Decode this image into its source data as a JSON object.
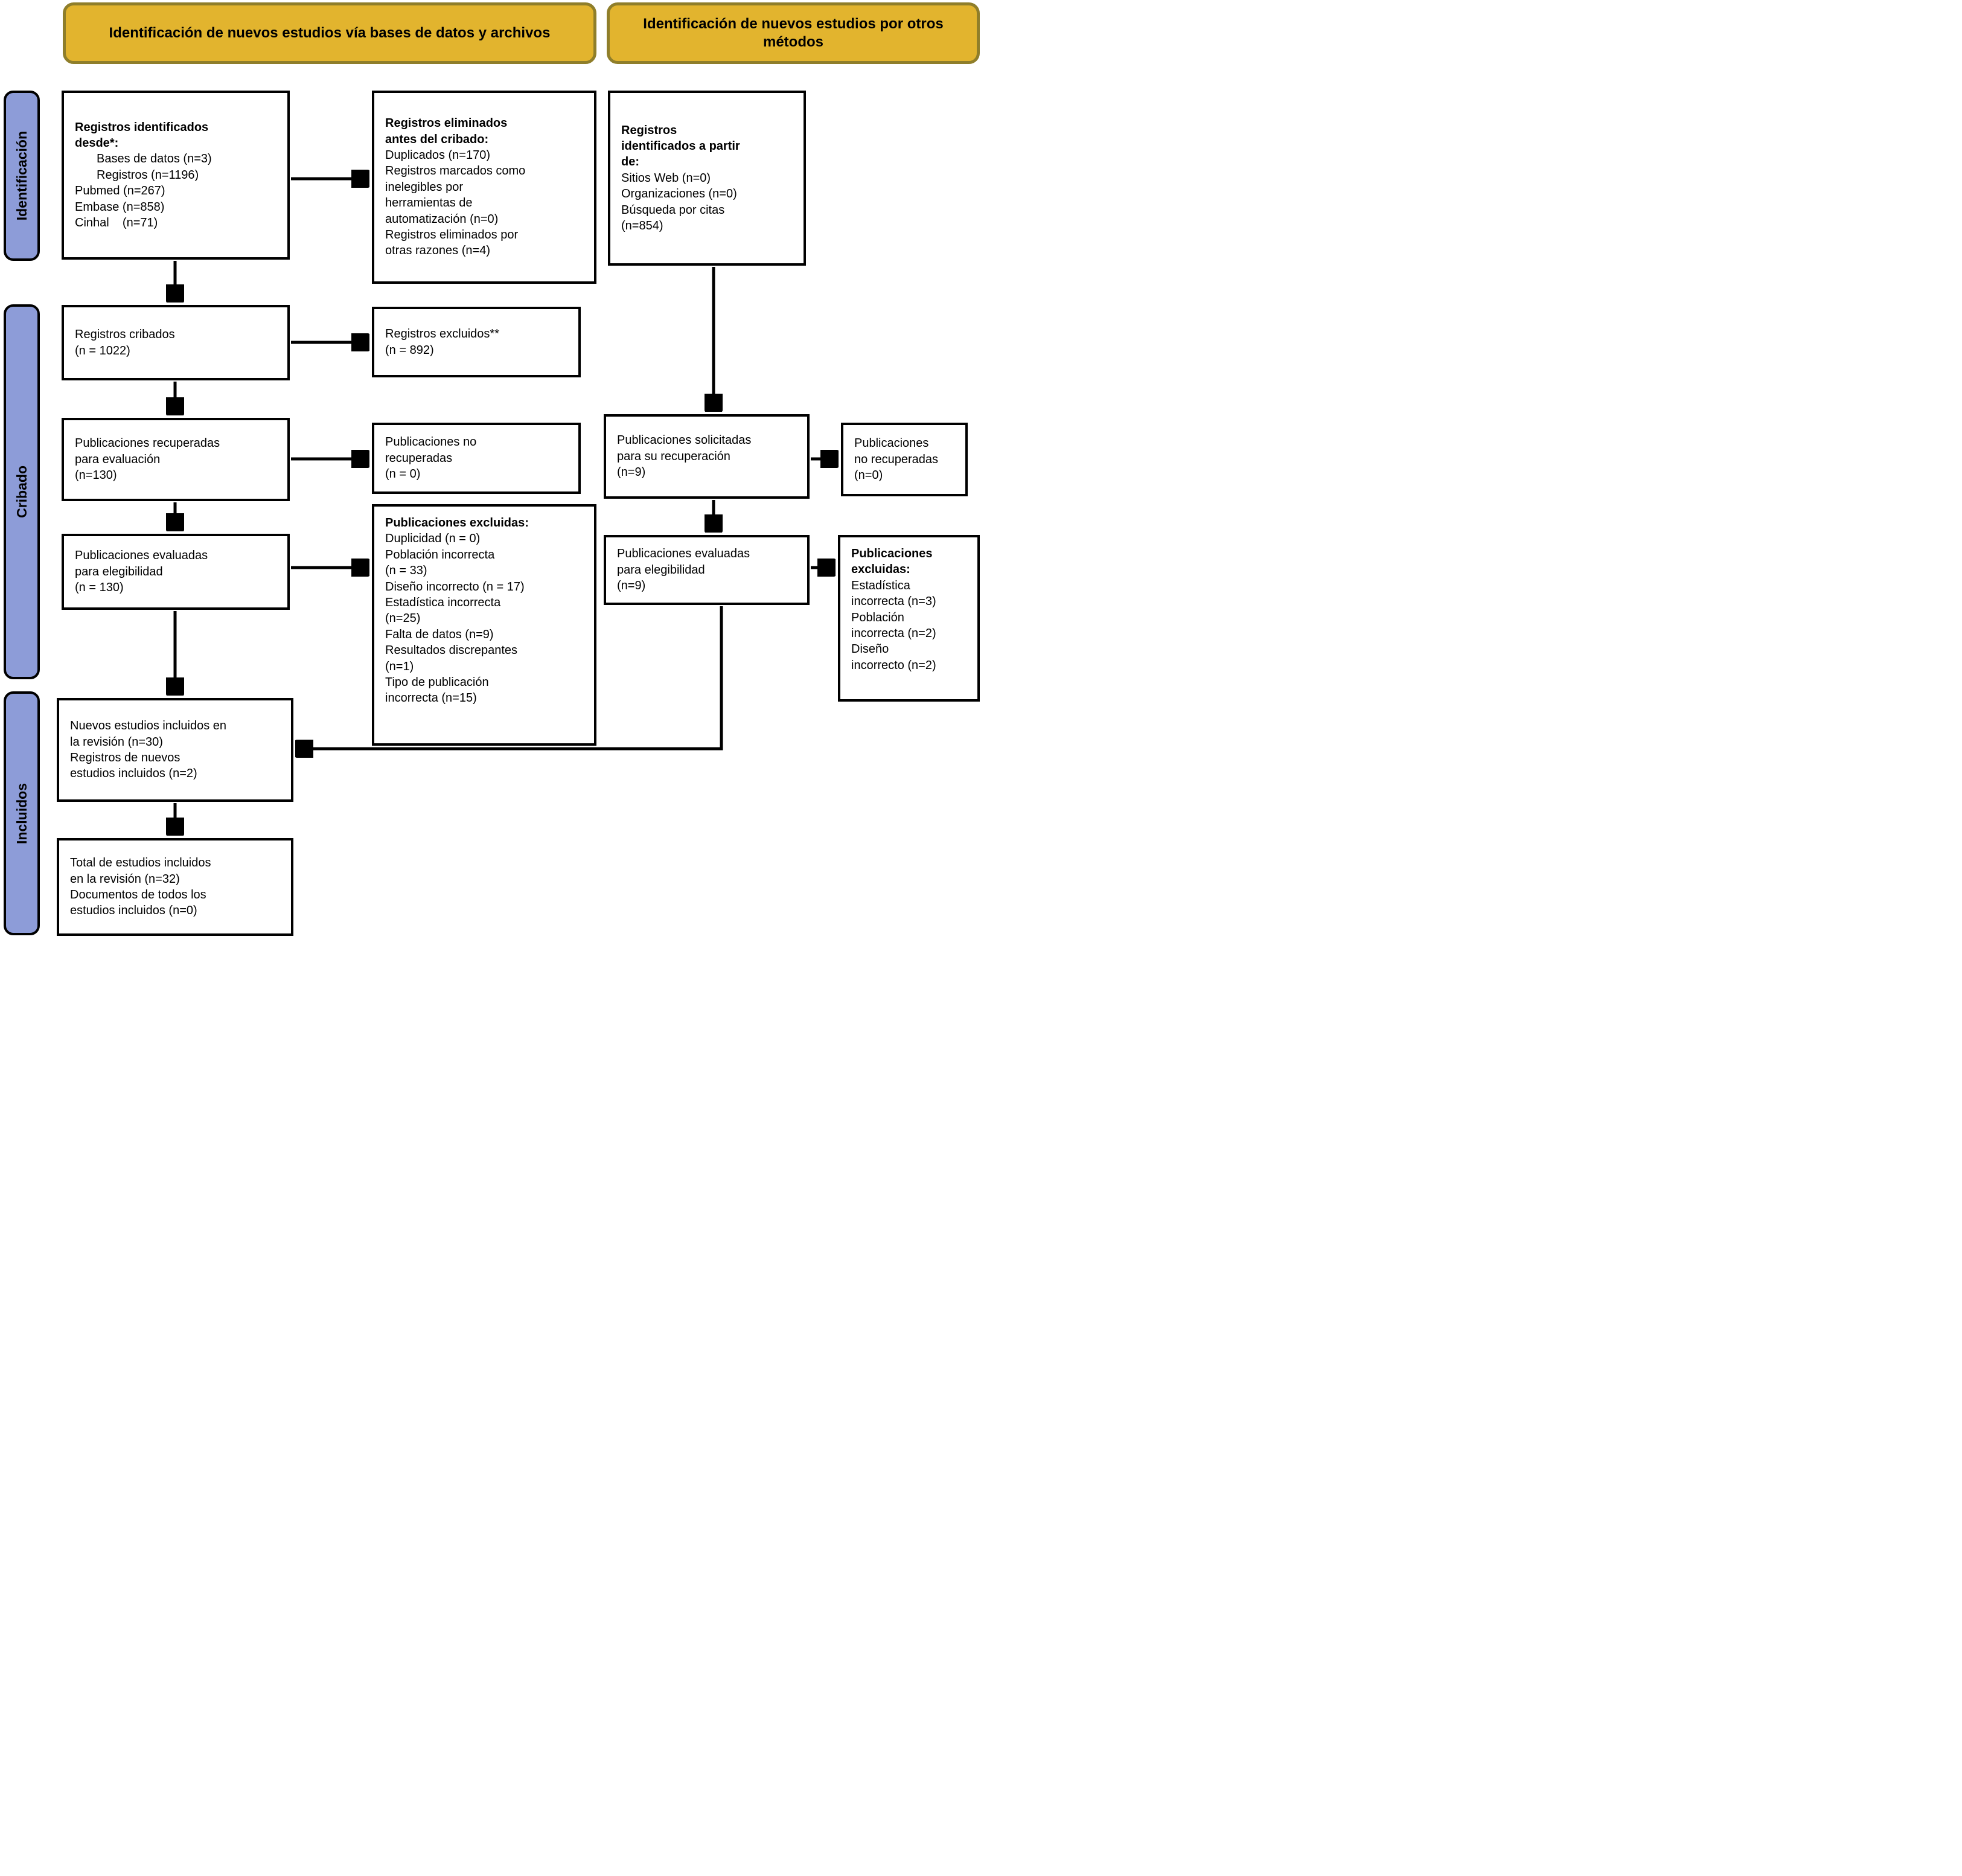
{
  "headers": {
    "left": "Identificación de nuevos estudios vía bases de datos y archivos",
    "right": "Identificación de nuevos estudios por otros métodos"
  },
  "sidebar": {
    "identificacion": "Identificación",
    "cribado": "Cribado",
    "incluidos": "Incluidos"
  },
  "boxes": {
    "records_identified": {
      "title": "Registros identificados\ndesde*:",
      "lines": [
        "Bases de datos (n=3)",
        "Registros (n=1196)",
        "Pubmed (n=267)",
        "Embase (n=858)",
        "Cinhal    (n=71)"
      ]
    },
    "records_removed": {
      "title": "Registros eliminados\nantes del cribado:",
      "lines": [
        "Duplicados (n=170)",
        "Registros marcados como\ninelegibles por\nherramientas de\nautomatización (n=0)",
        "Registros eliminados por\notras razones (n=4)"
      ]
    },
    "records_other_methods": {
      "title": "Registros\nidentificados a partir\nde:",
      "lines": [
        "Sitios Web (n=0)",
        "Organizaciones (n=0)",
        "Búsqueda por citas\n(n=854)"
      ]
    },
    "records_screened": {
      "text": "Registros cribados\n(n = 1022)"
    },
    "records_excluded": {
      "text": "Registros excluidos**\n(n = 892)"
    },
    "reports_retrieved": {
      "text": "Publicaciones recuperadas\npara evaluación\n(n=130)"
    },
    "reports_not_retrieved_left": {
      "text": "Publicaciones no\nrecuperadas\n(n = 0)"
    },
    "reports_sought_right": {
      "text": "Publicaciones solicitadas\npara su recuperación\n(n=9)"
    },
    "reports_not_retrieved_right": {
      "text": "Publicaciones\nno recuperadas\n(n=0)"
    },
    "reports_assessed_left": {
      "text": "Publicaciones evaluadas\npara elegibilidad\n(n = 130)"
    },
    "reports_excluded_main": {
      "title": "Publicaciones excluidas:",
      "lines": [
        "Duplicidad (n = 0)",
        "Población incorrecta\n(n = 33)",
        "Diseño incorrecto (n = 17)",
        "Estadística incorrecta\n(n=25)",
        "Falta de datos (n=9)",
        "Resultados discrepantes\n(n=1)",
        "Tipo de publicación\nincorrecta (n=15)"
      ]
    },
    "reports_assessed_right": {
      "text": "Publicaciones evaluadas\npara elegibilidad\n(n=9)"
    },
    "reports_excluded_right": {
      "title": "Publicaciones\nexcluidas:",
      "lines": [
        "Estadística\nincorrecta (n=3)",
        "Población\nincorrecta (n=2)",
        "Diseño\nincorrecto (n=2)"
      ]
    },
    "new_studies_included": {
      "text": "Nuevos estudios incluidos en\nla revisión (n=30)\nRegistros de nuevos\nestudios incluidos (n=2)"
    },
    "total_included": {
      "text": "Total de estudios incluidos\nen la revisión (n=32)\nDocumentos de todos los\nestudios incluidos (n=0)"
    }
  },
  "colors": {
    "header_fill": "#e2b42e",
    "header_border": "#8f7e2a",
    "band_fill": "#8d9cd8",
    "band_border": "#000000",
    "box_border": "#000000",
    "arrow": "#000000",
    "background": "#ffffff"
  }
}
